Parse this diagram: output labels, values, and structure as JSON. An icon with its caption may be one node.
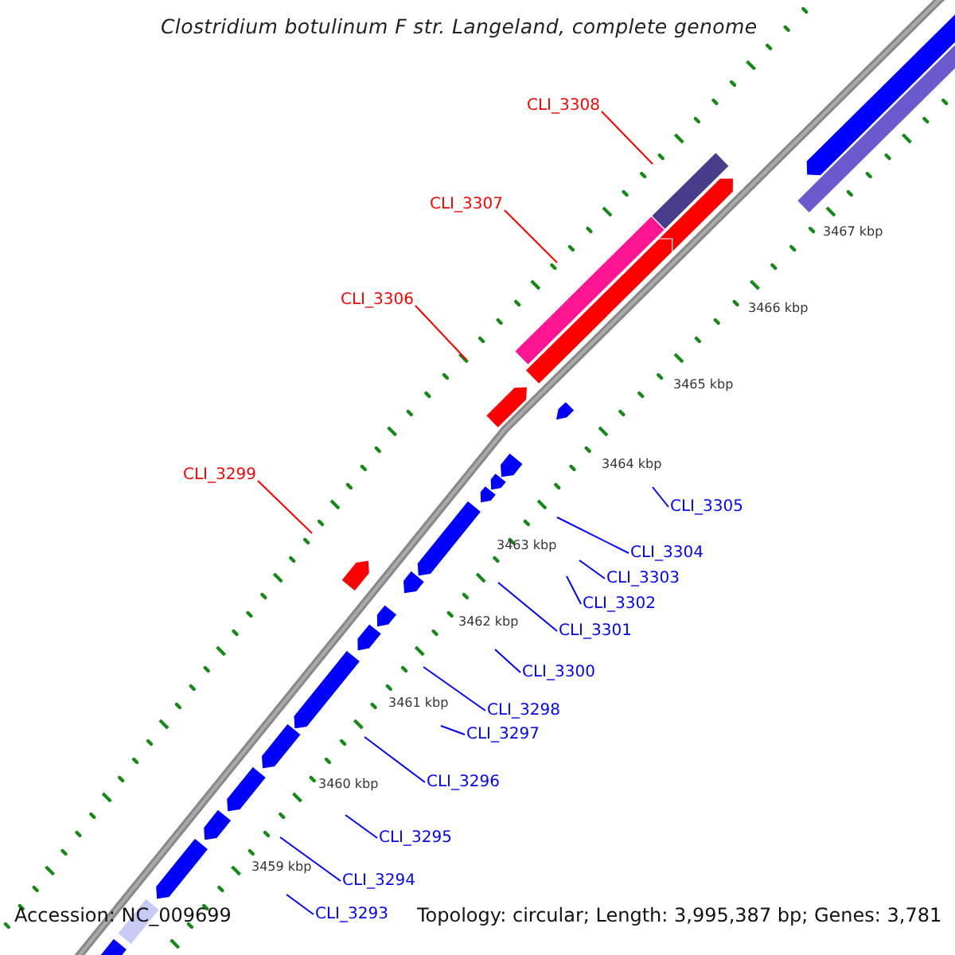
{
  "diagram": {
    "title": "Clostridium botulinum F str. Langeland, complete genome",
    "nodes": [
      {
        "text": [
          "CLI_3308"
        ]
      },
      {
        "text": [
          "CLI_3307"
        ]
      },
      {
        "text": [
          "CLI_3306"
        ]
      },
      {
        "text": [
          "CLI_3299"
        ]
      },
      {
        "text": [
          "CLI_3305"
        ]
      },
      {
        "text": [
          "CLI_3304"
        ]
      },
      {
        "text": [
          "CLI_3303"
        ]
      },
      {
        "text": [
          "CLI_3302"
        ]
      },
      {
        "text": [
          "CLI_3301"
        ]
      },
      {
        "text": [
          "CLI_3300"
        ]
      },
      {
        "text": [
          "CLI_3298"
        ]
      },
      {
        "text": [
          "CLI_3297"
        ]
      },
      {
        "text": [
          "CLI_3296"
        ]
      },
      {
        "text": [
          "CLI_3295"
        ]
      },
      {
        "text": [
          "CLI_3294"
        ]
      },
      {
        "text": [
          "CLI_3293"
        ]
      }
    ],
    "edges": [
      {
        "from": 0,
        "to": null,
        "arrow": "none",
        "color": "#ff0000"
      },
      {
        "from": 1,
        "to": null,
        "arrow": "none",
        "color": "#ff0000"
      },
      {
        "from": 2,
        "to": null,
        "arrow": "none",
        "color": "#ff0000"
      },
      {
        "from": 3,
        "to": null,
        "arrow": "none",
        "color": "#ff0000"
      },
      {
        "from": 4,
        "to": null,
        "arrow": "none"
      },
      {
        "from": 5,
        "to": null,
        "arrow": "none"
      },
      {
        "from": 6,
        "to": null,
        "arrow": "none"
      },
      {
        "from": 7,
        "to": null,
        "arrow": "none"
      },
      {
        "from": 8,
        "to": null,
        "arrow": "none"
      },
      {
        "from": 9,
        "to": null,
        "arrow": "none"
      },
      {
        "from": 10,
        "to": null,
        "arrow": "none"
      },
      {
        "from": 11,
        "to": null,
        "arrow": "none"
      },
      {
        "from": 12,
        "to": null,
        "arrow": "none"
      },
      {
        "from": 13,
        "to": null,
        "arrow": "none"
      },
      {
        "from": 14,
        "to": null,
        "arrow": "none"
      },
      {
        "from": 15,
        "to": null,
        "arrow": "none"
      }
    ],
    "labels": [
      "3467 kbp",
      "3466 kbp",
      "3465 kbp",
      "3464 kbp",
      "3463 kbp",
      "3462 kbp",
      "3461 kbp",
      "3460 kbp",
      "3459 kbp",
      "Accession: NC_009699",
      "Topology: circular; Length: 3,995,387 bp; Genes: 3,781"
    ]
  }
}
